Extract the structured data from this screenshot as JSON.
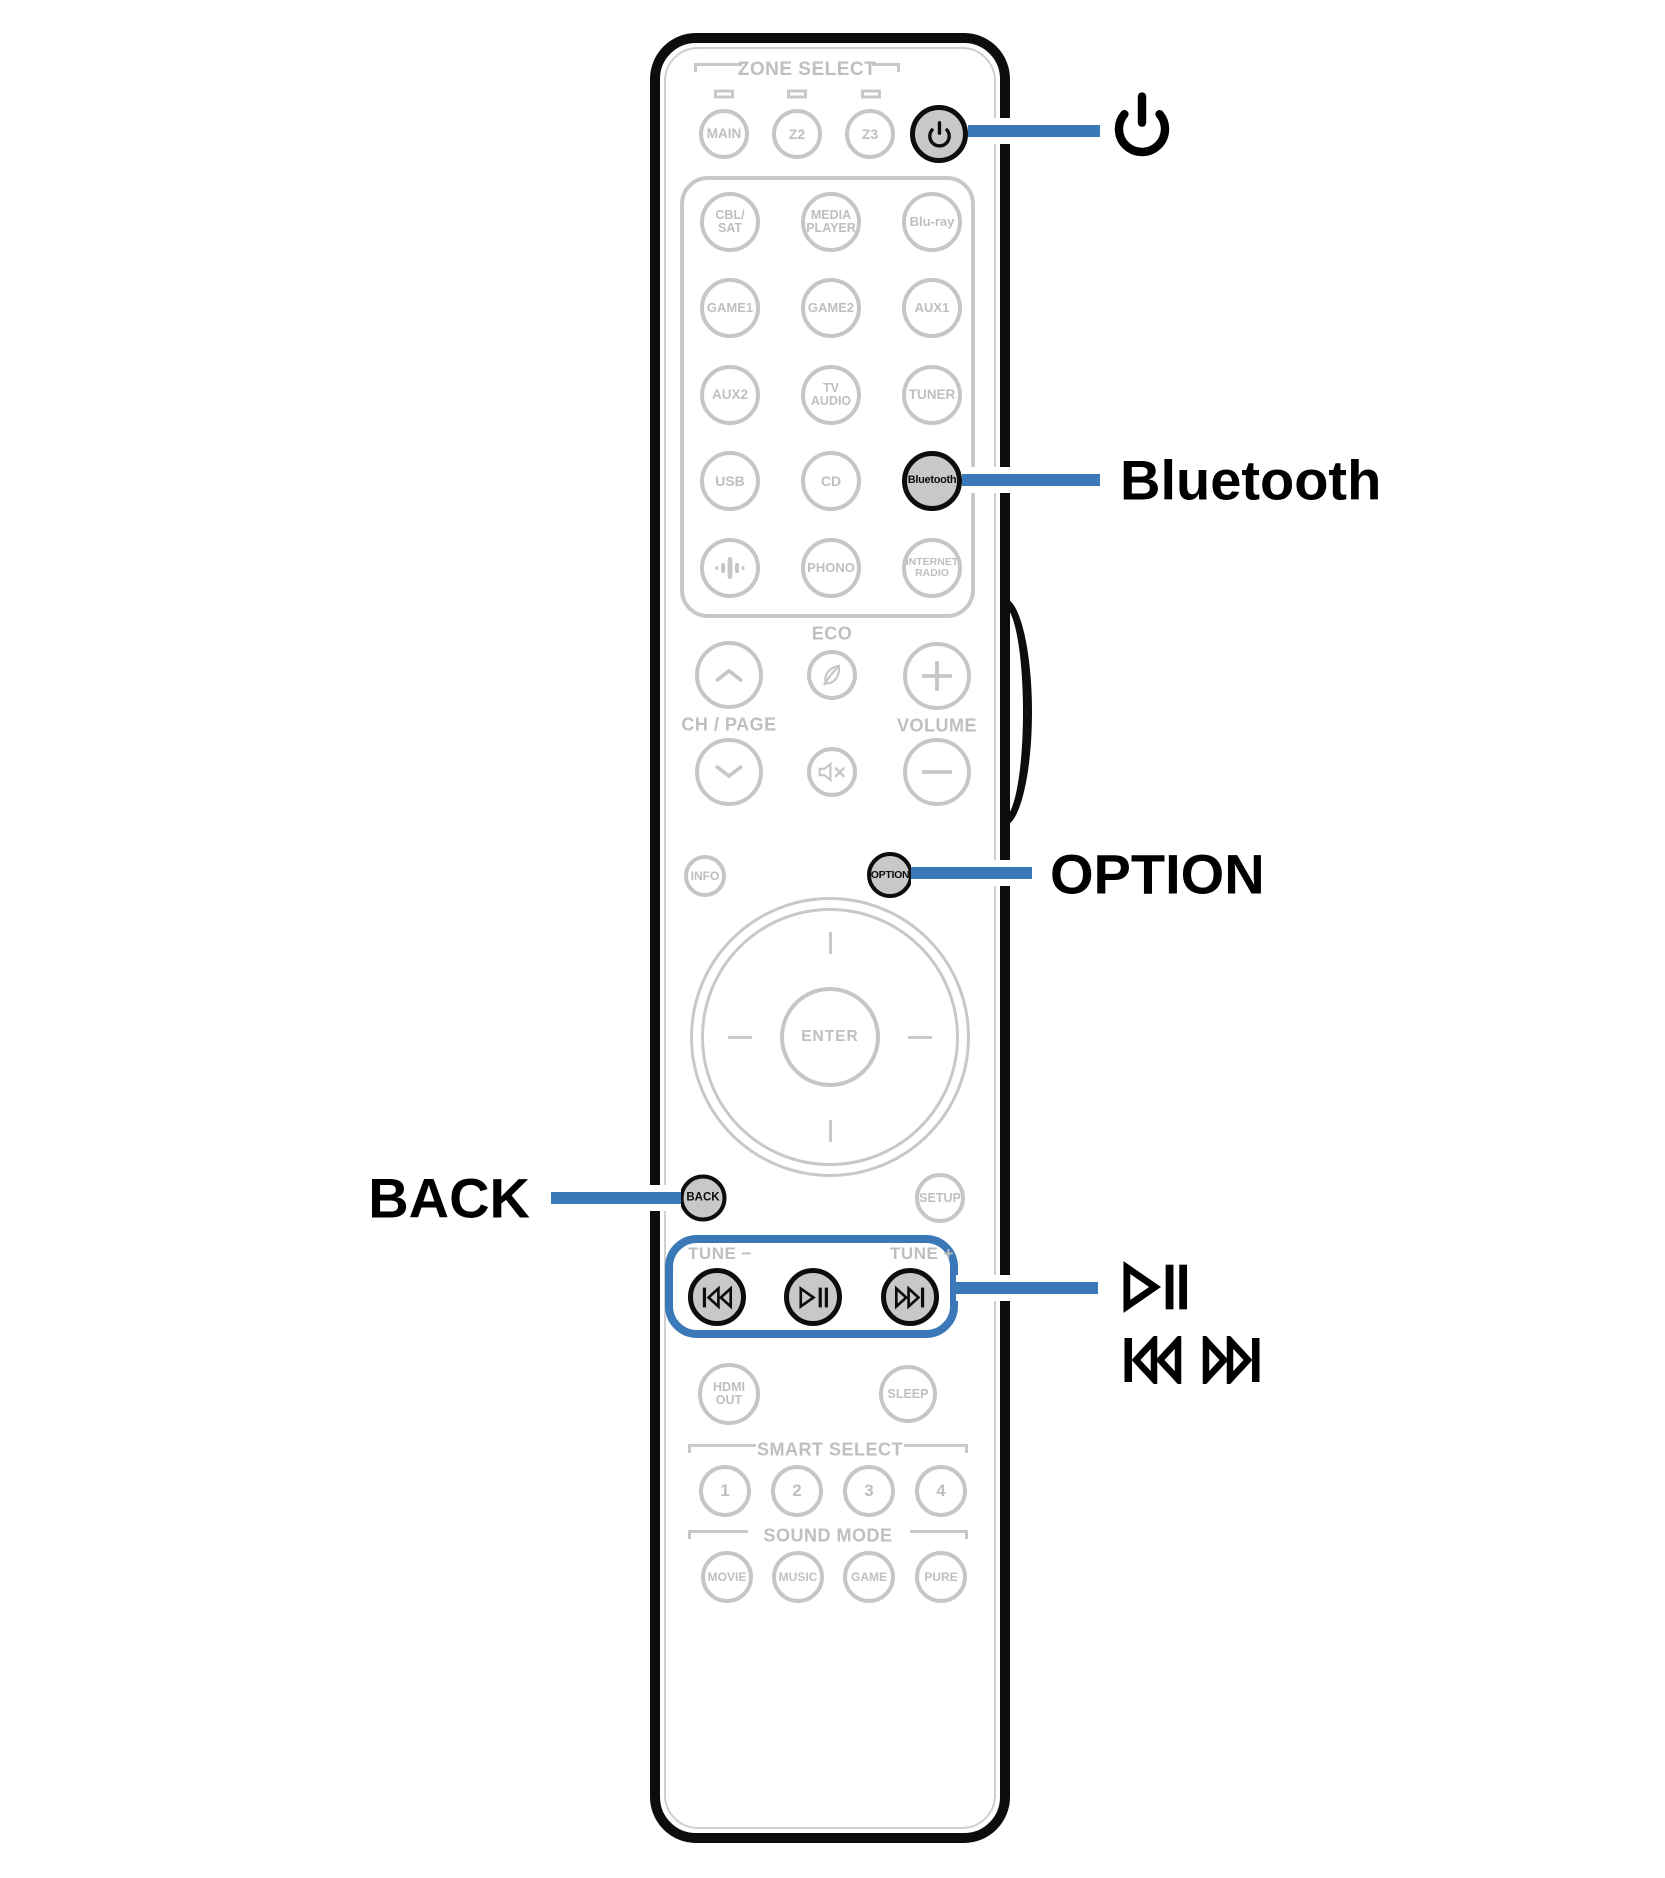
{
  "colors": {
    "accent_blue": "#3a78b8",
    "button_outline_gray": "#c6c6c6",
    "highlight_fill_gray": "#c8c8c8",
    "ink_black": "#0d0d0d"
  },
  "callouts": {
    "power_icon": "power-icon",
    "bluetooth": "Bluetooth",
    "option": "OPTION",
    "back": "BACK",
    "play_pause_icon": "play-pause-icon",
    "skip_back_icon": "skip-back-icon",
    "skip_forward_icon": "skip-forward-icon"
  },
  "remote": {
    "zone": {
      "label": "ZONE SELECT",
      "main": "MAIN",
      "z2": "Z2",
      "z3": "Z3",
      "power_icon": "power-icon"
    },
    "source": {
      "cbl_sat": "CBL/\nSAT",
      "media_player": "MEDIA\nPLAYER",
      "bluray": "Blu-ray",
      "game1": "GAME1",
      "game2": "GAME2",
      "aux1": "AUX1",
      "aux2": "AUX2",
      "tv_audio": "TV\nAUDIO",
      "tuner": "TUNER",
      "usb": "USB",
      "cd": "CD",
      "bluetooth": "Bluetooth",
      "heos_icon": "heos-speaker-icon",
      "phono": "PHONO",
      "internet_radio": "INTERNET\nRADIO"
    },
    "eco": "ECO",
    "eco_icon": "leaf-icon",
    "ch_page": "CH / PAGE",
    "channel_up_icon": "chevron-up-icon",
    "channel_down_icon": "chevron-down-icon",
    "volume": "VOLUME",
    "volume_plus_icon": "plus-icon",
    "volume_minus_icon": "minus-icon",
    "mute_icon": "mute-icon",
    "info": "INFO",
    "option": "OPTION",
    "enter": "ENTER",
    "back": "BACK",
    "setup": "SETUP",
    "tune_minus": "TUNE −",
    "tune_plus": "TUNE +",
    "skip_back_icon": "skip-back-icon",
    "play_pause_icon": "play-pause-icon",
    "skip_forward_icon": "skip-forward-icon",
    "hdmi_out": "HDMI\nOUT",
    "sleep": "SLEEP",
    "smart_select": {
      "label": "SMART SELECT",
      "b1": "1",
      "b2": "2",
      "b3": "3",
      "b4": "4"
    },
    "sound_mode": {
      "label": "SOUND MODE",
      "movie": "MOVIE",
      "music": "MUSIC",
      "game": "GAME",
      "pure": "PURE"
    }
  }
}
